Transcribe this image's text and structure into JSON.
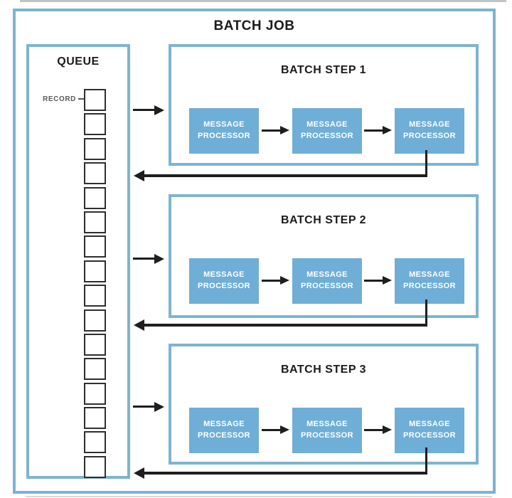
{
  "diagram": {
    "title": "BATCH JOB",
    "queue": {
      "title": "QUEUE",
      "record_label": "RECORD",
      "record_count": 16
    },
    "processor_label": "MESSAGE PROCESSOR",
    "steps": [
      {
        "title": "BATCH STEP 1"
      },
      {
        "title": "BATCH STEP 2"
      },
      {
        "title": "BATCH STEP 3"
      }
    ],
    "colors": {
      "container_border_blue": "#7eb4cf",
      "processor_fill_blue": "#6faed6",
      "arrow_black": "#1e1e1e",
      "title_black": "#1b1b1b",
      "record_label_gray": "#58595b",
      "record_square_border": "#2f2f2f"
    }
  }
}
